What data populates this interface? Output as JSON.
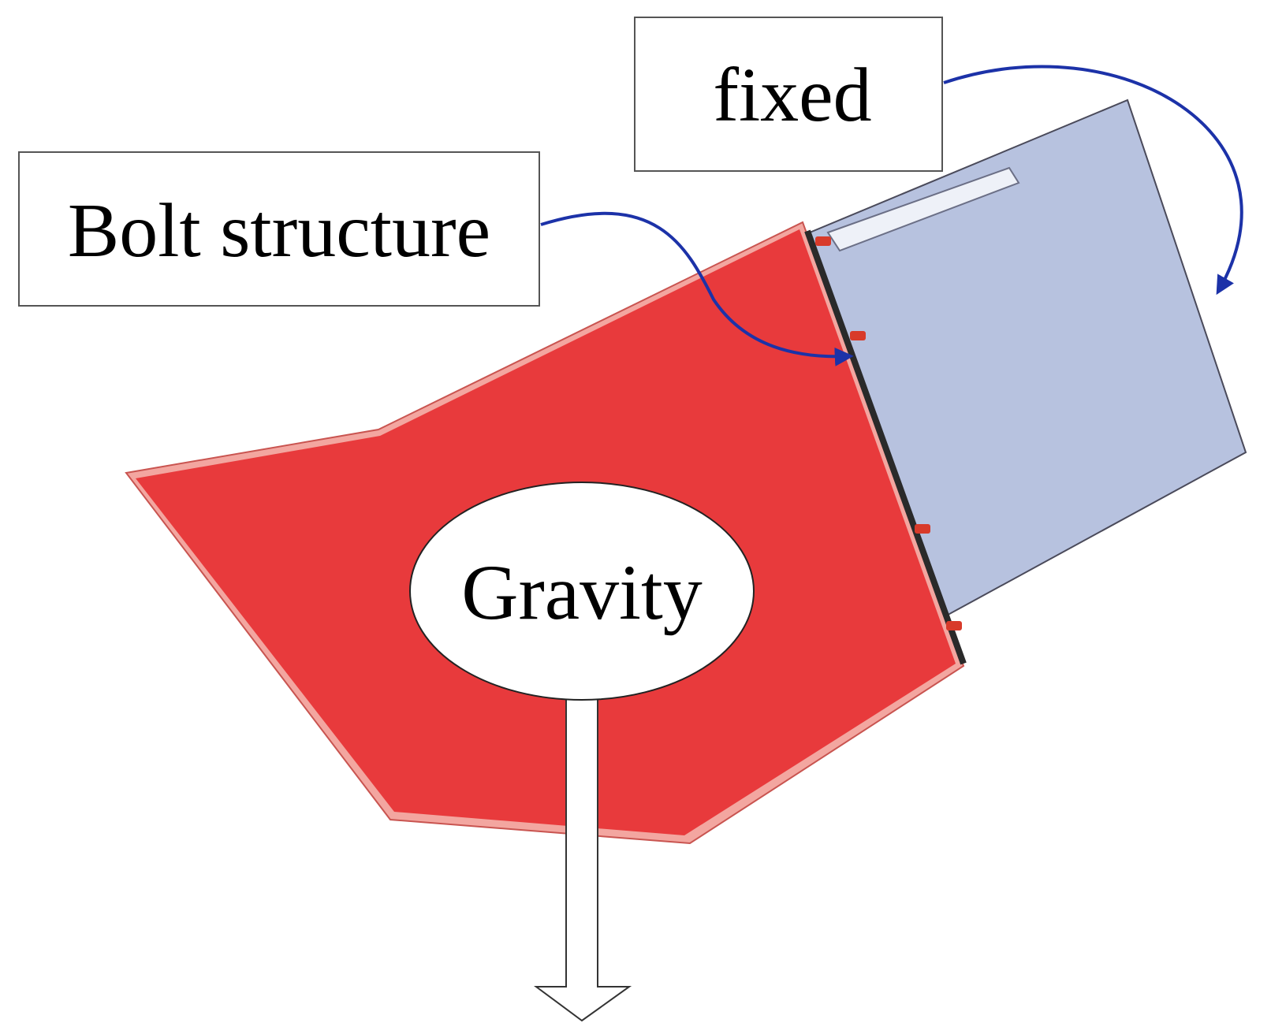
{
  "labels": {
    "fixed": "fixed",
    "bolt": "Bolt structure",
    "gravity": "Gravity"
  },
  "colors": {
    "red_part": "#e83a3c",
    "red_edge": "#f3a6a0",
    "blue_part": "#b7c2df",
    "arrow_blue": "#1c32a8",
    "bolt_red": "#d83a2a",
    "joint_line": "#2a2a2a"
  },
  "icons": [
    "bolt-icon"
  ]
}
